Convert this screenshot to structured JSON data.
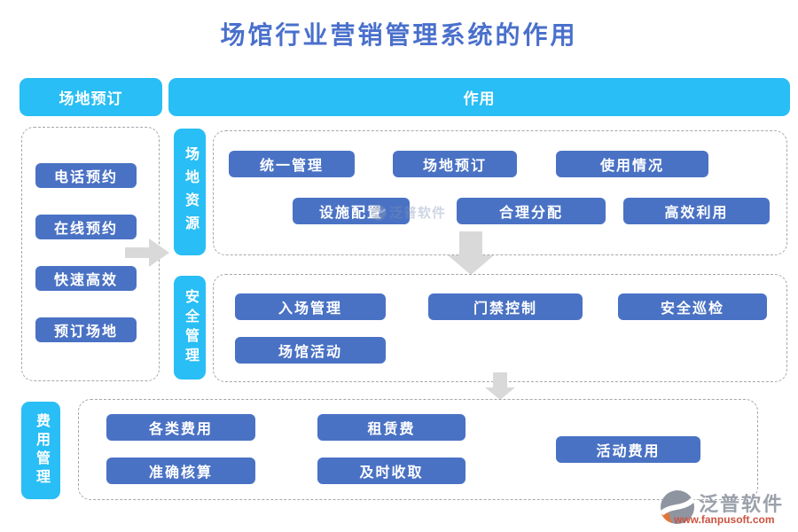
{
  "title": "场馆行业营销管理系统的作用",
  "left_header": "场地预订",
  "right_header": "作用",
  "left_panel": {
    "items": [
      "电话预约",
      "在线预约",
      "快速高效",
      "预订场地"
    ]
  },
  "sections": [
    {
      "label": "场地资源",
      "items": [
        "统一管理",
        "场地预订",
        "使用情况",
        "设施配置",
        "合理分配",
        "高效利用"
      ]
    },
    {
      "label": "安全管理",
      "items": [
        "入场管理",
        "门禁控制",
        "安全巡检",
        "场馆活动"
      ]
    },
    {
      "label": "费用管理",
      "items": [
        "各类费用",
        "租赁费",
        "活动费用",
        "准确核算",
        "及时收取"
      ]
    }
  ],
  "watermark": {
    "text": "泛普软件"
  },
  "logo": {
    "name": "泛普软件",
    "url": "www.fanpusoft.com"
  },
  "colors": {
    "cyan": "#29BEF5",
    "blue": "#4A72C4",
    "title_blue": "#4A70CC",
    "arrow_gray": "#D9D9D9"
  }
}
